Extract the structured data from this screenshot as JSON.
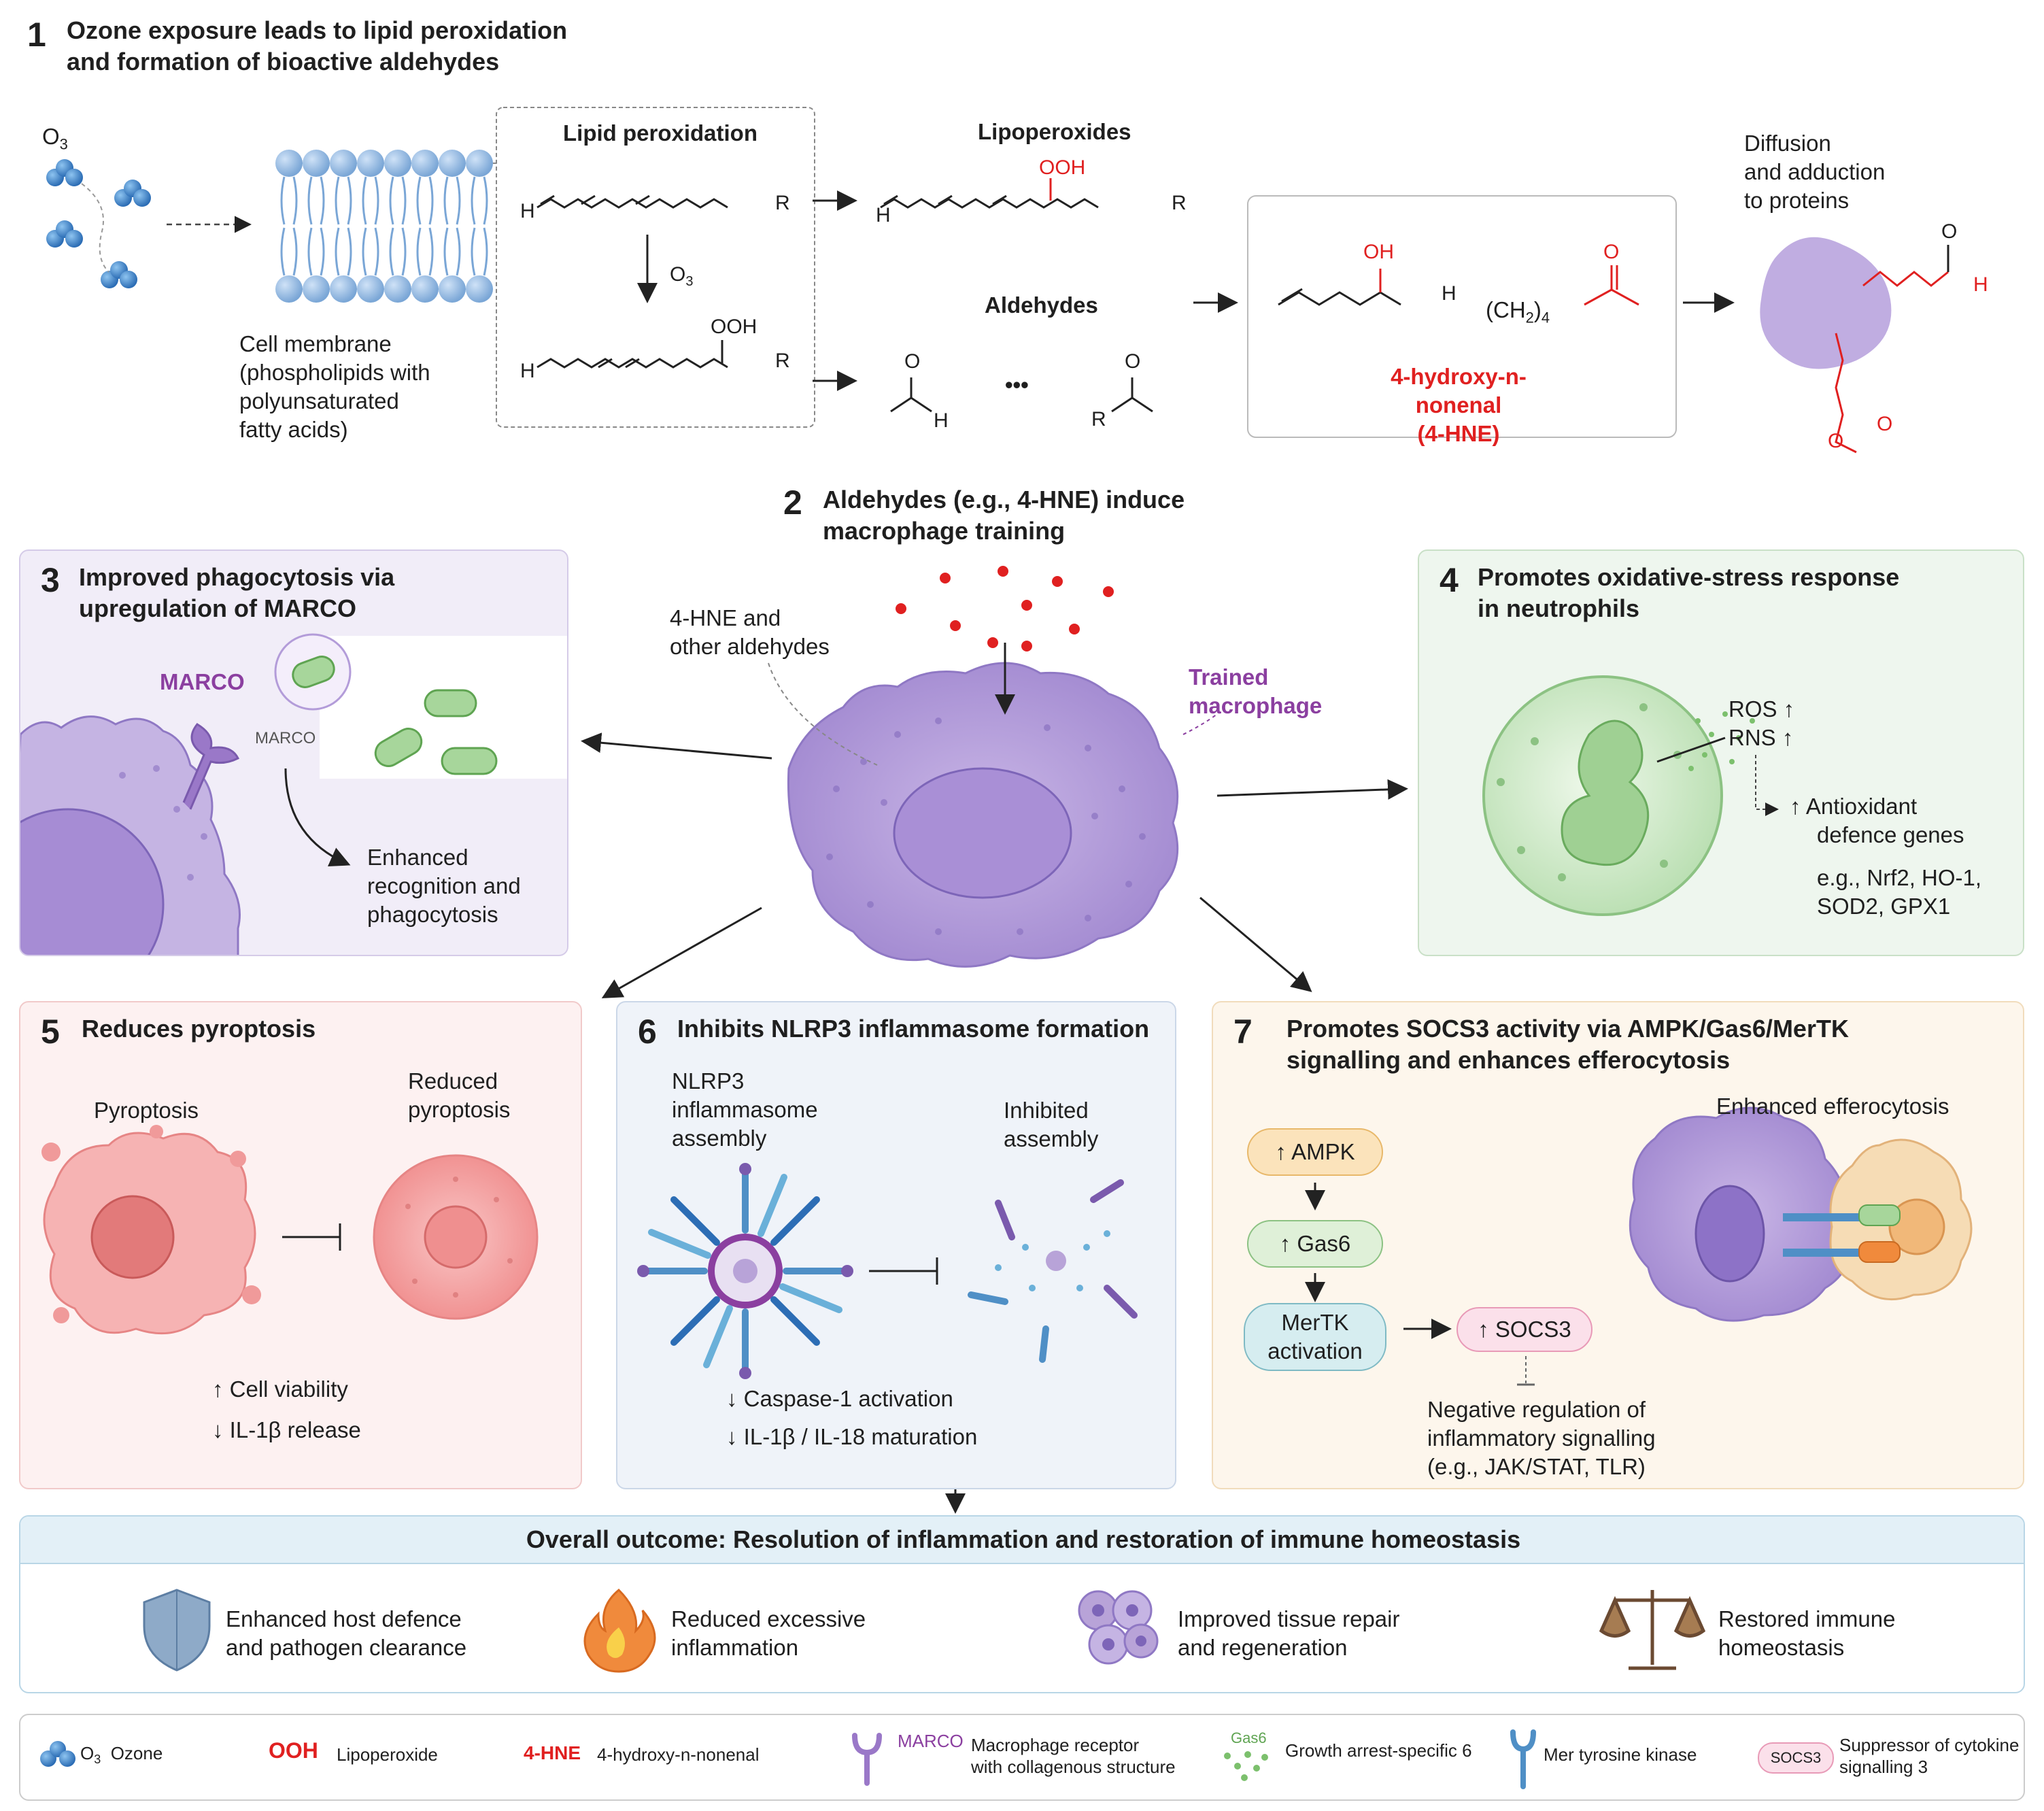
{
  "section1": {
    "number": "1",
    "title_line1": "Ozone exposure leads to lipid peroxidation",
    "title_line2": "and formation of bioactive aldehydes",
    "ozone_label": "O",
    "ozone_sub": "3",
    "membrane_caption": [
      "Cell membrane",
      "(phospholipids with",
      "polyunsaturated",
      "fatty acids)"
    ],
    "lipid_box_title": "Lipid peroxidation",
    "lipid_o3": "O",
    "lipid_o3_sub": "3",
    "ooh": "OOH",
    "h": "H",
    "r": "R",
    "lipoperoxides": "Lipoperoxides",
    "aldehydes": "Aldehydes",
    "o": "O",
    "ellipsis": "•••",
    "hne_oh": "OH",
    "hne_h": "H",
    "hne_ch2": "(CH",
    "hne_sub2": "2",
    "hne_sub4": "4",
    "hne_name_line1": "4-hydroxy-n-nonenal",
    "hne_name_line2": "(4-HNE)",
    "diffusion": [
      "Diffusion",
      "and adduction",
      "to proteins"
    ]
  },
  "section2": {
    "number": "2",
    "title_line1": "Aldehydes (e.g., 4-HNE) induce",
    "title_line2": "macrophage training",
    "hne_label_line1": "4-HNE and",
    "hne_label_line2": "other aldehydes",
    "trained_line1": "Trained",
    "trained_line2": "macrophage"
  },
  "section3": {
    "number": "3",
    "title_line1": "Improved phagocytosis via",
    "title_line2": "upregulation of MARCO",
    "marco": "MARCO",
    "marco_small": "MARCO",
    "enhanced": [
      "Enhanced",
      "recognition and",
      "phagocytosis"
    ]
  },
  "section4": {
    "number": "4",
    "title_line1": "Promotes oxidative-stress response",
    "title_line2": "in neutrophils",
    "ros": "ROS ↑",
    "rns": "RNS ↑",
    "antioxidant_line1": "↑  Antioxidant",
    "antioxidant_line2": "defence genes",
    "genes_line1": "e.g., Nrf2, HO-1,",
    "genes_line2": "SOD2, GPX1"
  },
  "section5": {
    "number": "5",
    "title": "Reduces pyroptosis",
    "pyroptosis": "Pyroptosis",
    "reduced_line1": "Reduced",
    "reduced_line2": "pyroptosis",
    "viability": "↑  Cell viability",
    "il1b": "↓  IL-1β release"
  },
  "section6": {
    "number": "6",
    "title": "Inhibits NLRP3 inflammasome formation",
    "nlrp3": [
      "NLRP3",
      "inflammasome",
      "assembly"
    ],
    "inhibited_line1": "Inhibited",
    "inhibited_line2": "assembly",
    "caspase": "↓  Caspase-1 activation",
    "il18": "↓  IL-1β / IL-18 maturation"
  },
  "section7": {
    "number": "7",
    "title_line1": "Promotes SOCS3 activity via AMPK/Gas6/MerTK",
    "title_line2": "signalling and enhances efferocytosis",
    "ampk": "↑ AMPK",
    "gas6": "↑ Gas6",
    "mertk_line1": "MerTK",
    "mertk_line2": "activation",
    "socs3": "↑ SOCS3",
    "negative": [
      "Negative regulation of",
      "inflammatory signalling",
      "(e.g., JAK/STAT, TLR)"
    ],
    "efferocytosis": "Enhanced efferocytosis"
  },
  "outcome": {
    "title": "Overall outcome: Resolution of inflammation and restoration of immune homeostasis",
    "items": [
      {
        "icon": "shield-icon",
        "line1": "Enhanced host defence",
        "line2": "and pathogen clearance"
      },
      {
        "icon": "fire-icon",
        "line1": "Reduced excessive",
        "line2": "inflammation"
      },
      {
        "icon": "cells-icon",
        "line1": "Improved tissue repair",
        "line2": "and regeneration"
      },
      {
        "icon": "scales-icon",
        "line1": "Restored immune",
        "line2": "homeostasis"
      }
    ]
  },
  "legend": {
    "o3_symbol": "O",
    "o3_sub": "3",
    "o3_text": "Ozone",
    "ooh_symbol": "OOH",
    "ooh_text": "Lipoperoxide",
    "hne_symbol": "4-HNE",
    "hne_text": "4-hydroxy-n-nonenal",
    "marco_symbol": "MARCO",
    "marco_line1": "Macrophage receptor",
    "marco_line2": "with collagenous structure",
    "gas6_symbol": "Gas6",
    "gas6_text": "Growth arrest-specific 6",
    "mertk_text": "Mer tyrosine kinase",
    "socs3_symbol": "SOCS3",
    "socs3_line1": "Suppressor of cytokine",
    "socs3_line2": "signalling 3"
  },
  "colors": {
    "red": "#e02020",
    "purple": "#8b3fa0",
    "panel3_bg": "#f1edf8",
    "panel4_bg": "#eef6ee",
    "panel5_bg": "#fdf1f1",
    "panel6_bg": "#eff3f9",
    "panel7_bg": "#fdf6ec",
    "outcome_header": "#e3f0f7"
  }
}
